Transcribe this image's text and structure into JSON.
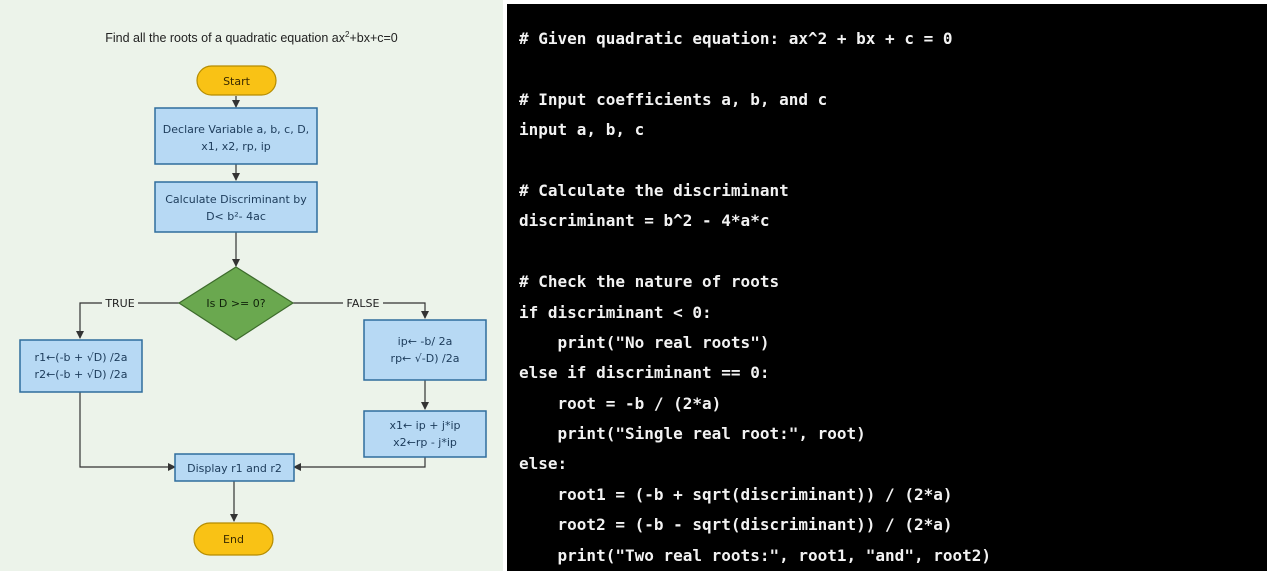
{
  "flowchart": {
    "title": {
      "prefix": "Find all the roots of a quadratic equation ax",
      "superscript": "2",
      "suffix": "+bx+c=0"
    },
    "nodes": {
      "start": "Start",
      "declare": [
        "Declare Variable a, b, c, D,",
        "x1, x2, rp, ip"
      ],
      "discriminant": [
        "Calculate Discriminant by",
        "D< b²- 4ac"
      ],
      "decision": "Is D >= 0?",
      "real_roots": [
        "r1←(-b + √D) /2a",
        "r2←(-b + √D) /2a"
      ],
      "imag_parts": [
        "ip← -b/ 2a",
        "rp← √-D) /2a"
      ],
      "complex_roots": [
        "x1← ip + j*ip",
        "x2←rp - j*ip"
      ],
      "display": "Display r1 and r2",
      "end": "End"
    },
    "edge_labels": {
      "true": "TRUE",
      "false": "FALSE"
    },
    "colors": {
      "terminal_fill": "#f9c215",
      "terminal_stroke": "#b58c00",
      "process_fill": "#b7d9f4",
      "process_stroke": "#2f6d9d",
      "decision_fill": "#6aa84f",
      "decision_stroke": "#3d6b2c",
      "edge": "#333333"
    }
  },
  "code": {
    "lines": [
      "# Given quadratic equation: ax^2 + bx + c = 0",
      "",
      "# Input coefficients a, b, and c",
      "input a, b, c",
      "",
      "# Calculate the discriminant",
      "discriminant = b^2 - 4*a*c",
      "",
      "# Check the nature of roots",
      "if discriminant < 0:",
      "    print(\"No real roots\")",
      "else if discriminant == 0:",
      "    root = -b / (2*a)",
      "    print(\"Single real root:\", root)",
      "else:",
      "    root1 = (-b + sqrt(discriminant)) / (2*a)",
      "    root2 = (-b - sqrt(discriminant)) / (2*a)",
      "    print(\"Two real roots:\", root1, \"and\", root2)"
    ]
  }
}
